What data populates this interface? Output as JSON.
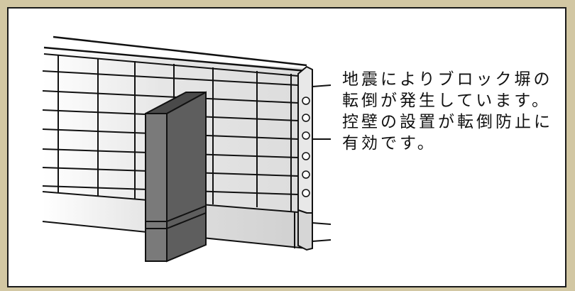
{
  "caption": {
    "lines": [
      "地震によりブロック塀の",
      "転倒が発生しています。",
      "控壁の設置が転倒防止に",
      "有効です。"
    ]
  },
  "colors": {
    "frame": "#d2c7a3",
    "panel": "#ffffff",
    "wall_light": "#f2f2f2",
    "wall_mid": "#d9d9d9",
    "buttress": "#6e6e6e",
    "buttress_top": "#4a4a4a",
    "outline": "#111111"
  }
}
